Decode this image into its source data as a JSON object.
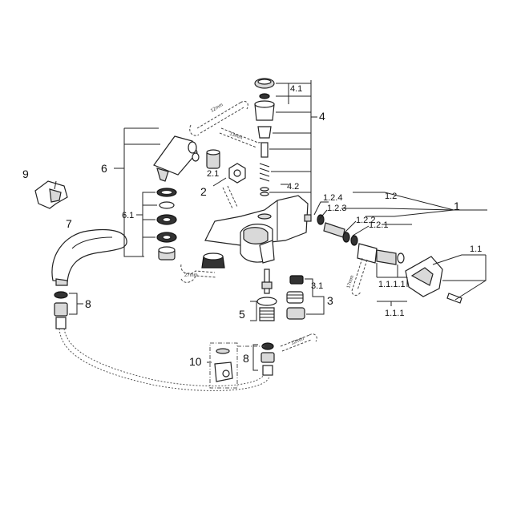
{
  "labels": {
    "l1": "1",
    "l1_1": "1.1",
    "l1_1_1": "1.1.1",
    "l1_1_1_1": "1.1.1.1",
    "l1_2": "1.2",
    "l1_2_1": "1.2.1",
    "l1_2_2": "1.2.2",
    "l1_2_3": "1.2.3",
    "l1_2_4": "1.2.4",
    "l2": "2",
    "l2_1": "2.1",
    "l3": "3",
    "l3_1": "3.1",
    "l4": "4",
    "l4_1": "4.1",
    "l4_2": "4.2",
    "l5": "5",
    "l6": "6",
    "l6_1": "6.1",
    "l7": "7",
    "l8a": "8",
    "l8b": "8",
    "l9": "9",
    "l10": "10"
  },
  "tools": {
    "t12a": "12mm",
    "t13": "13mm",
    "t27": "27mm",
    "t12b": "12mm",
    "t17": "17mm"
  }
}
